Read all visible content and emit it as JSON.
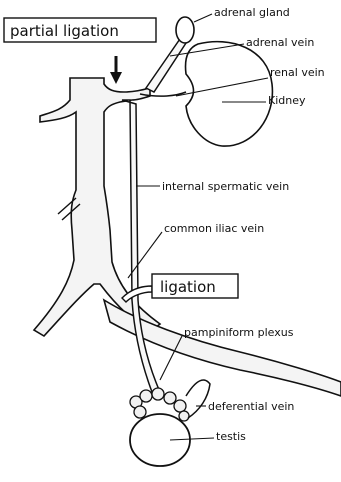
{
  "labels": {
    "partial_ligation": "partial ligation",
    "adrenal_gland": "adrenal gland",
    "adrenal_vein": "adrenal vein",
    "renal_vein": "renal vein",
    "kidney": "Kidney",
    "internal_spermatic_vein": "internal spermatic vein",
    "common_iliac_vein": "common iliac vein",
    "ligation": "ligation",
    "pampiniform_plexus": "pampiniform plexus",
    "deferential_vein": "deferential vein",
    "testis": "testis"
  },
  "colors": {
    "ink": "#111111",
    "vessel_fill": "#f2f2f2",
    "background": "#ffffff"
  }
}
